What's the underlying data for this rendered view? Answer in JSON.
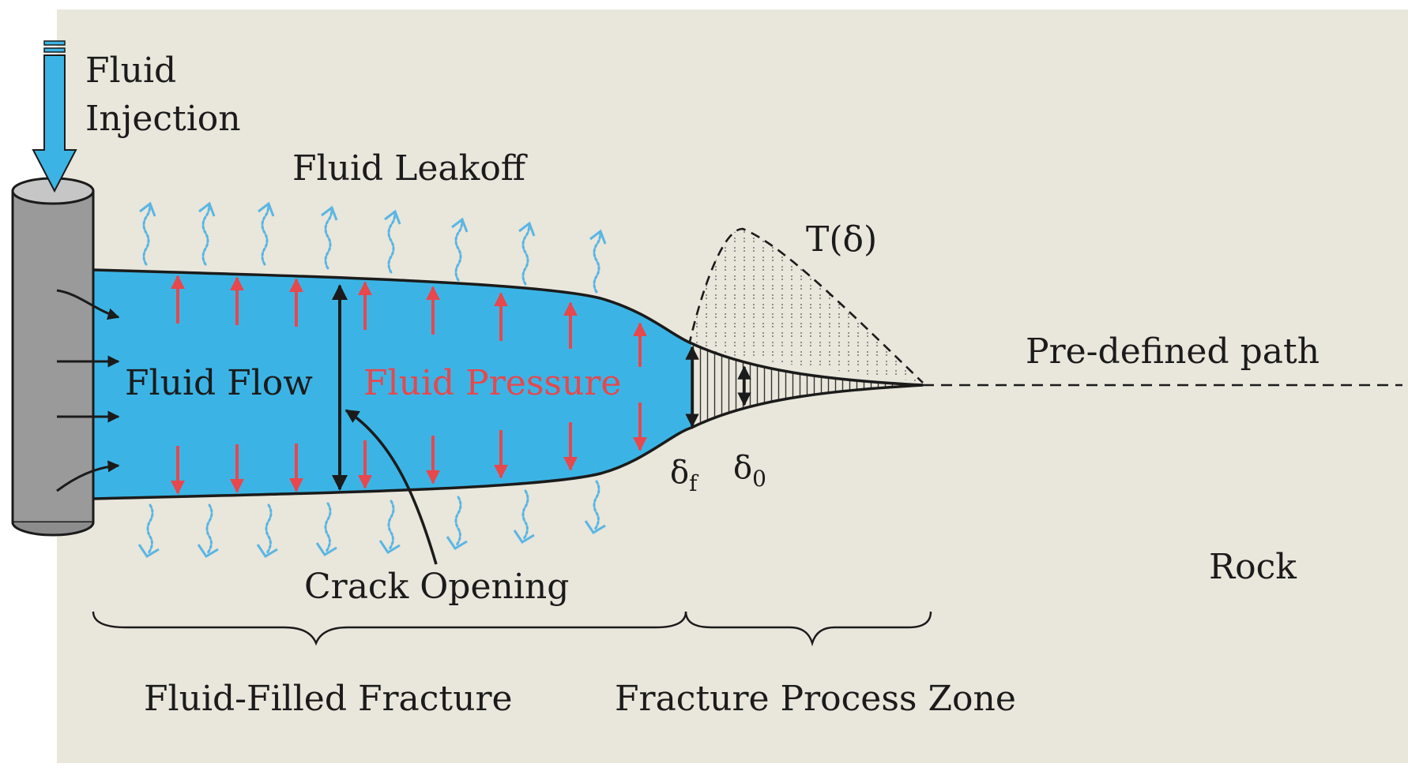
{
  "colors": {
    "background": "#e9e6db",
    "fluid": "#3bb4e5",
    "pressure_arrow": "#e8474c",
    "leakoff": "#5ab6e3",
    "wellbore": "#9a9a9a",
    "line": "#1b1b1b"
  },
  "labels": {
    "fluid_injection_line1": "Fluid",
    "fluid_injection_line2": "Injection",
    "fluid_leakoff": "Fluid Leakoff",
    "traction": "T(δ)",
    "predefined_path": "Pre-defined path",
    "fluid_flow": "Fluid Flow",
    "fluid_pressure": "Fluid Pressure",
    "delta_f": "δ",
    "delta_f_sub": "f",
    "delta_0": "δ",
    "delta_0_sub": "0",
    "crack_opening": "Crack Opening",
    "rock": "Rock",
    "fluid_filled_fracture": "Fluid-Filled Fracture",
    "fracture_process_zone": "Fracture Process Zone"
  },
  "icons": {
    "injection_arrow": "down-arrow-icon",
    "wellbore": "cylinder-icon"
  }
}
